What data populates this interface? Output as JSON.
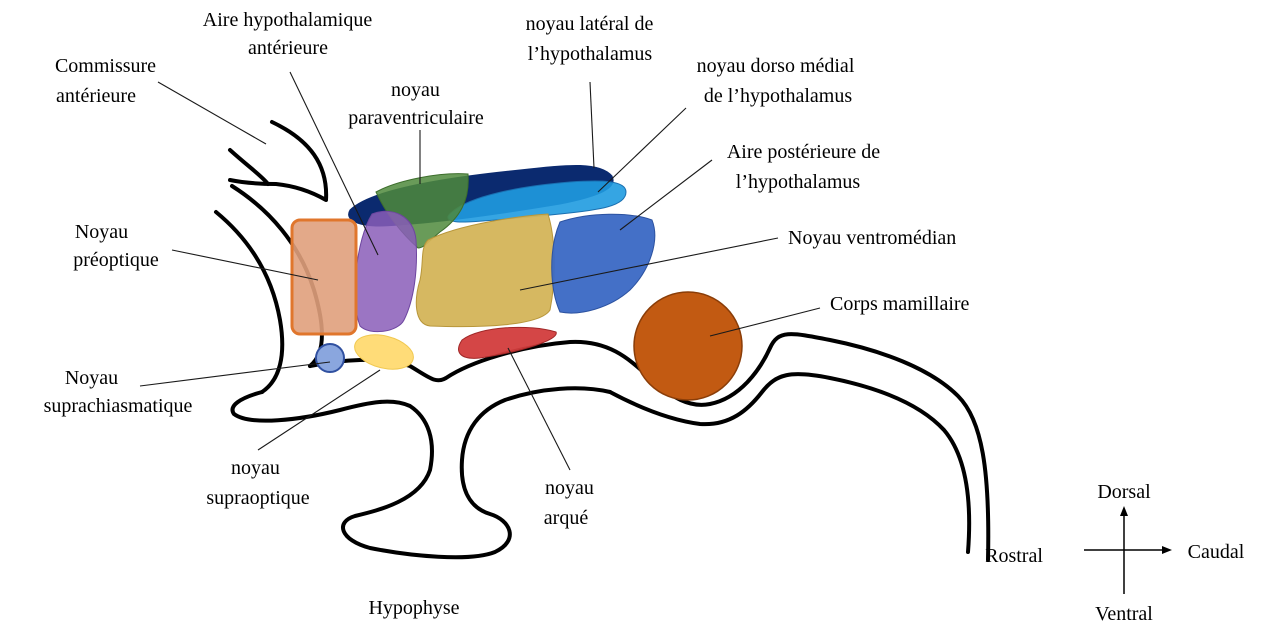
{
  "labels": {
    "commissure": [
      "Commissure",
      "antérieure"
    ],
    "aire_hypo_ant": [
      "Aire hypothalamique",
      "antérieure"
    ],
    "paraventriculaire": [
      "noyau",
      "paraventriculaire"
    ],
    "lateral": [
      "noyau latéral de",
      "l’hypothalamus"
    ],
    "dorso_medial": [
      "noyau dorso médial",
      "de l’hypothalamus"
    ],
    "posterieure": [
      "Aire postérieure de",
      "l’hypothalamus"
    ],
    "preoptique": [
      "Noyau",
      "préoptique"
    ],
    "ventromedian": "Noyau ventromédian",
    "mamillaire": "Corps mamillaire",
    "suprachiasmatique": [
      "Noyau",
      "suprachiasmatique"
    ],
    "supraoptique": [
      "noyau",
      "supraoptique"
    ],
    "arque": [
      "noyau",
      "arqué"
    ],
    "hypophyse": "Hypophyse"
  },
  "compass": {
    "dorsal": "Dorsal",
    "ventral": "Ventral",
    "rostral": "Rostral",
    "caudal": "Caudal"
  },
  "colors": {
    "lateral": "#0b2a6f",
    "dorso_medial": "#1f9be0",
    "paraventriculaire": "#4f8a3c",
    "aire_hypo_ant": "#8a5db8",
    "preoptique": "#e0a07c",
    "preoptique_border": "#e0762c",
    "ventromedian": "#d4b458",
    "posterieure": "#3a68c4",
    "mamillaire": "#c25a12",
    "suprachiasmatique": "#8aa6de",
    "supraoptique": "#ffdc78",
    "arque": "#d23c3c"
  }
}
